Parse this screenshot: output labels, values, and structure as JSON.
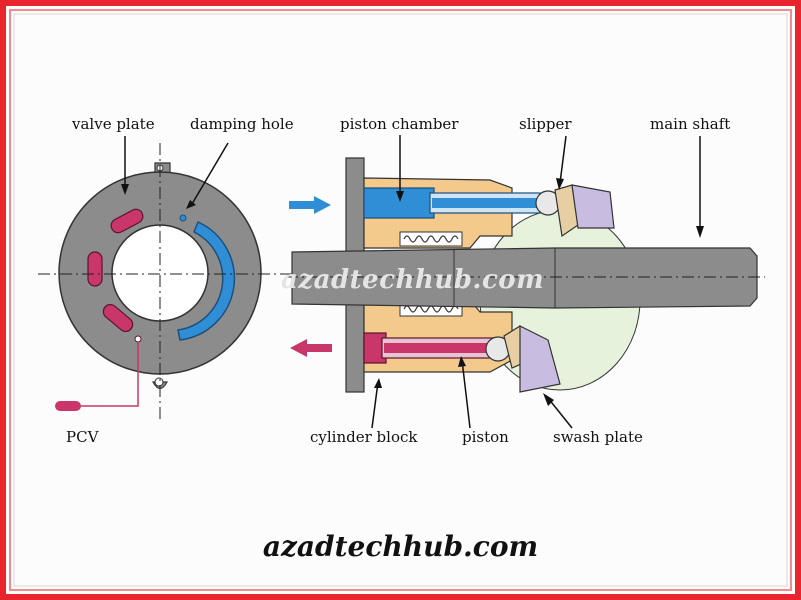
{
  "labels": {
    "valve_plate": "valve plate",
    "damping_hole": "damping hole",
    "piston_chamber": "piston chamber",
    "slipper": "slipper",
    "main_shaft": "main shaft",
    "pcv": "PCV",
    "cylinder_block": "cylinder block",
    "piston": "piston",
    "swash_plate": "swash plate"
  },
  "watermark": "azadtechhub.com",
  "footer": "azadtechhub.com",
  "colors": {
    "border_red": "#e8242d",
    "metal_gray": "#8c8c8c",
    "block_tan": "#f4c98c",
    "inlet_blue": "#2f8ed6",
    "outlet_magenta": "#c8366a",
    "slipper_lavender": "#c8bde0",
    "swash_green": "#e6f2dc"
  }
}
